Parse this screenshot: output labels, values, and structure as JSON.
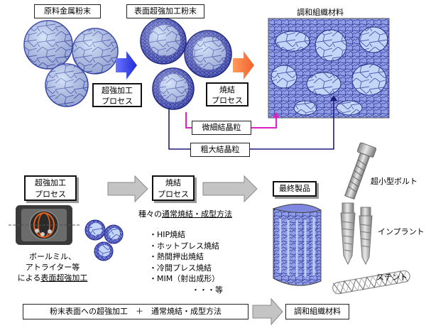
{
  "top": {
    "raw_powder": "原料金属粉末",
    "surface_powder": "表面超強加工粉末",
    "harmonic_material": "調和組織材料",
    "process_box": [
      "超強加工",
      "プロセス"
    ],
    "sinter_box": [
      "焼結",
      "プロセス"
    ],
    "fine_grain": "微細結晶粒",
    "coarse_grain": "粗大結晶粒"
  },
  "middle": {
    "process_box": [
      "超強加工",
      "プロセス"
    ],
    "sinter_box": [
      "焼結",
      "プロセス"
    ],
    "final_product": "最終製品",
    "methods_title": "種々の通常焼結・成型方法",
    "methods": [
      "・HIP焼結",
      "・ホットプレス焼結",
      "・熱間押出焼結",
      "・冷間プレス焼結",
      "・MIM（射出成形）",
      "・・・等"
    ],
    "ball_mill": [
      "ボールミル、",
      "アトライター等",
      "による表面超強加工"
    ]
  },
  "products": {
    "bolt": "超小型ボルト",
    "implant": "インプラント",
    "stent": "ステント"
  },
  "bottom": {
    "summary": "粉末表面への超強加工　＋　通常焼結・成型方法",
    "result": "調和組織材料"
  },
  "colors": {
    "arrow_blue": "#1f2bd6",
    "arrow_orange": "#f2622b",
    "magenta_line": "#e020c8",
    "navy_line": "#1c1c7a",
    "grain_fill": "#b9cff7",
    "grain_line": "#3b48a8",
    "gray_arrow": "#bdbdbd"
  }
}
